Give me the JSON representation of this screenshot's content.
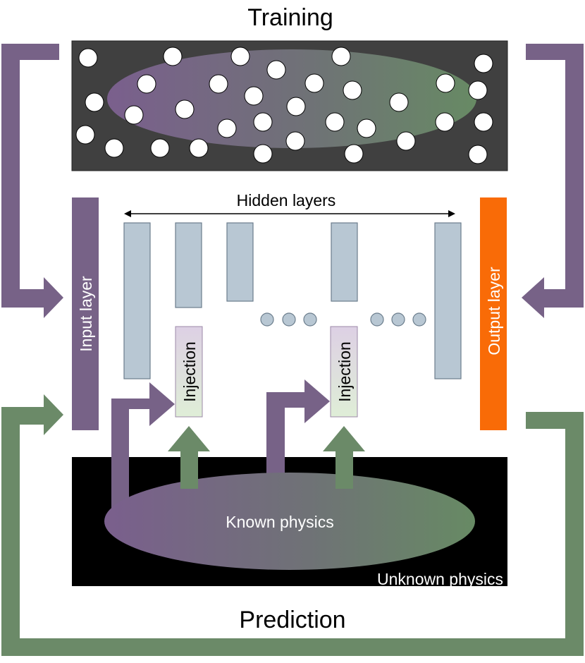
{
  "title_top": "Training",
  "title_bottom": "Prediction",
  "hidden_label": "Hidden layers",
  "input_label": "Input layer",
  "output_label": "Output layer",
  "injection_label": "Injection",
  "known_label": "Known physics",
  "unknown_label": "Unknown physics",
  "colors": {
    "purple": "#776287",
    "green": "#6b8a68",
    "orange": "#f96b07",
    "hidden_fill": "#b8c7d3",
    "hidden_stroke": "#6b7d8c",
    "training_bg": "#404040",
    "unknown_bg": "#000000",
    "injection_fill_top": "#ddd0e4",
    "injection_fill_bottom": "#dfeed7"
  }
}
